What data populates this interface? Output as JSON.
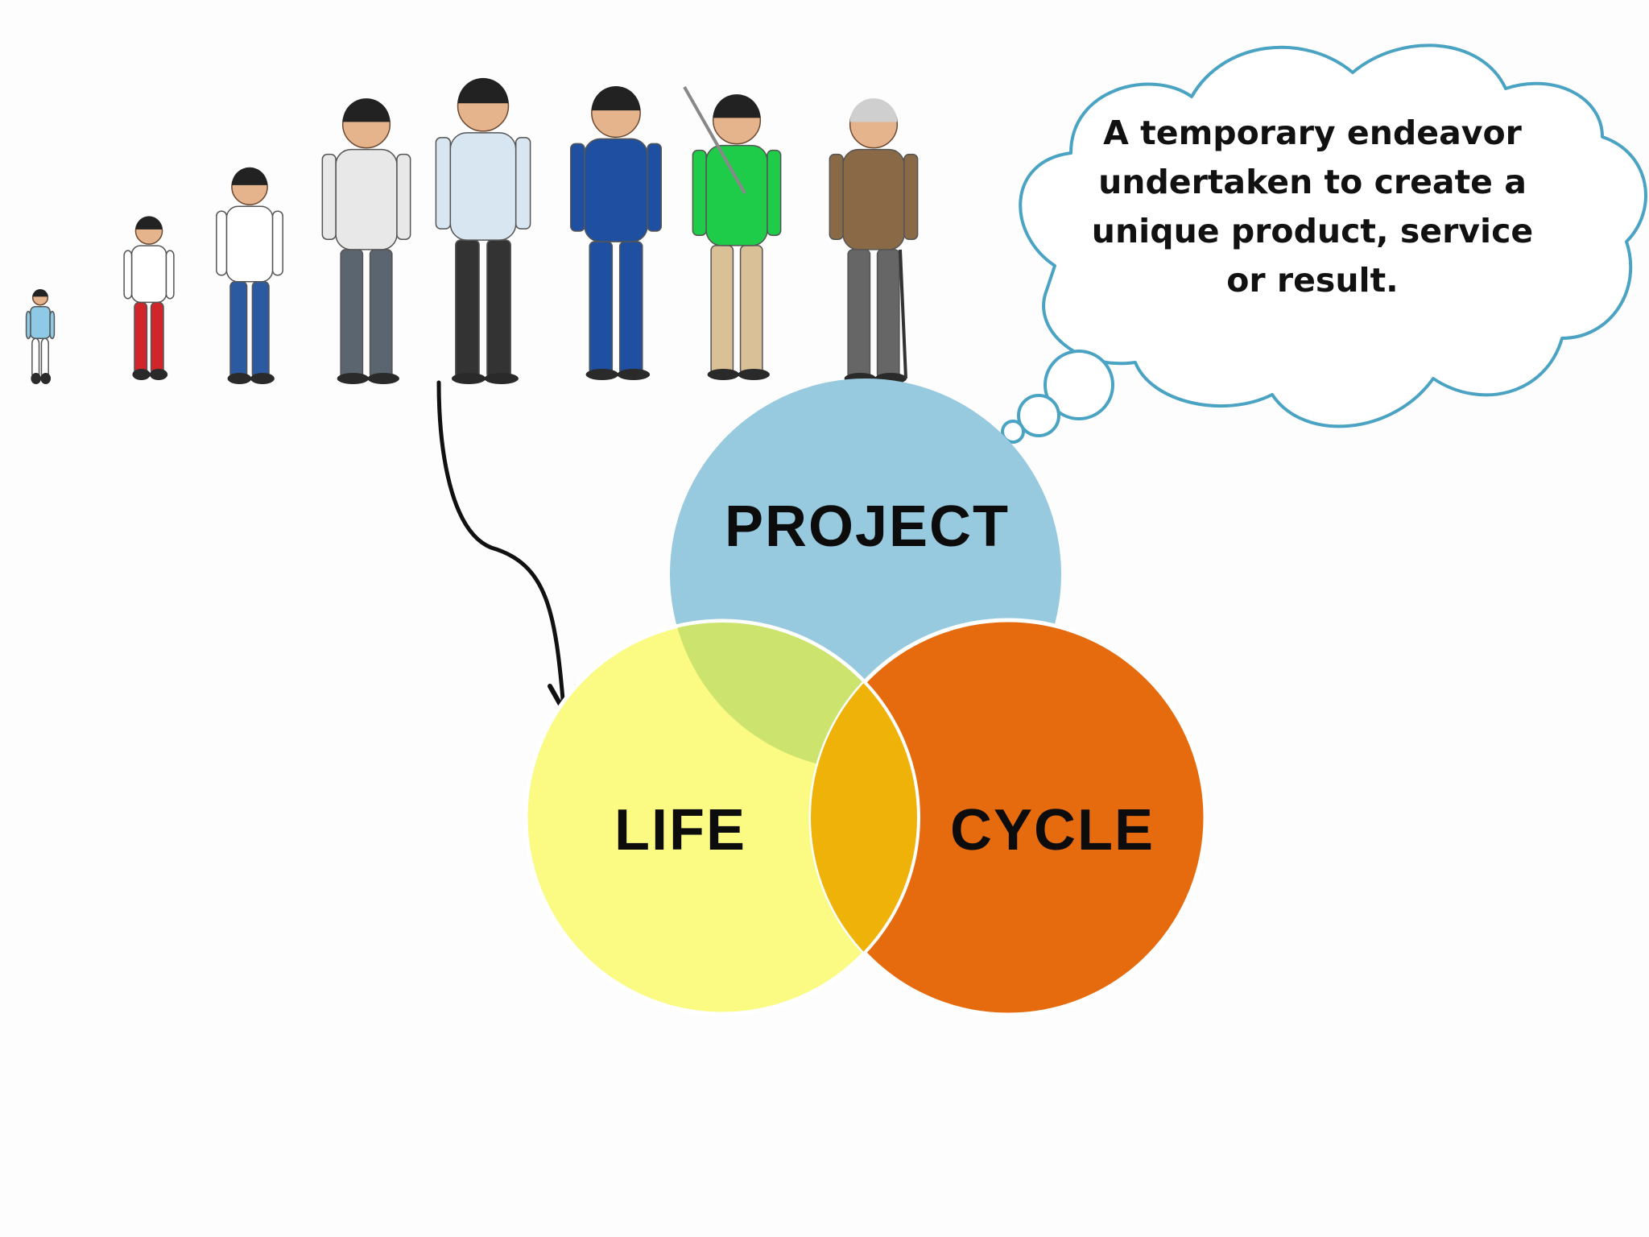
{
  "thought_bubble": {
    "text": "A temporary endeavor undertaken to create a unique product, service or result."
  },
  "venn": {
    "circles": [
      {
        "id": "project",
        "label": "PROJECT",
        "color": "#97cade"
      },
      {
        "id": "life",
        "label": "LIFE",
        "color": "#fbfb84"
      },
      {
        "id": "cycle",
        "label": "CYCLE",
        "color": "#e56b0e"
      }
    ],
    "overlaps": {
      "project_life": "#cce46e",
      "life_cycle": "#efb208"
    }
  },
  "figures": [
    {
      "stage": "baby",
      "shirt": "#8ecae6",
      "pants": "#ffffff"
    },
    {
      "stage": "child",
      "shirt": "#ffffff",
      "pants": "#d0262b"
    },
    {
      "stage": "schoolboy",
      "shirt": "#ffffff",
      "pants": "#2c5aa0"
    },
    {
      "stage": "student",
      "shirt": "#e8e8e8",
      "pants": "#5b6570"
    },
    {
      "stage": "young-professional",
      "shirt": "#d7e6f0",
      "pants": "#333333"
    },
    {
      "stage": "middle-aged",
      "shirt": "#1f4fa0",
      "pants": "#1f4fa0"
    },
    {
      "stage": "golfer",
      "shirt": "#1fcc4a",
      "pants": "#d9c096"
    },
    {
      "stage": "elder",
      "shirt": "#8a6a46",
      "pants": "#666666"
    }
  ]
}
